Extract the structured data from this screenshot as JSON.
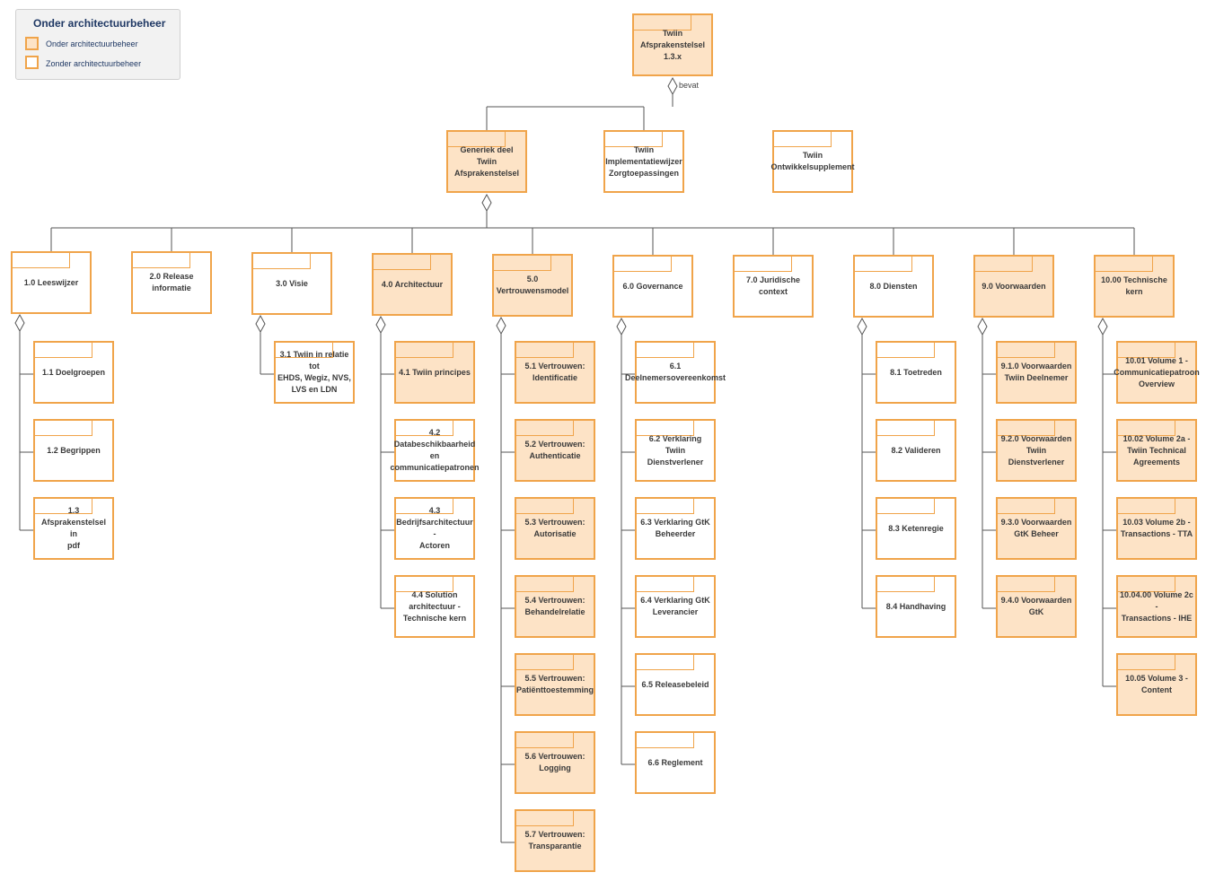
{
  "legend": {
    "title": "Onder architectuurbeheer",
    "items": [
      {
        "label": "Onder architectuurbeheer",
        "fill": "#fde3c6"
      },
      {
        "label": "Zonder architectuurbeheer",
        "fill": "#ffffff"
      }
    ]
  },
  "colors": {
    "border": "#f0a44a",
    "managed_fill": "#fde3c6",
    "unmanaged_fill": "#ffffff",
    "line": "#555555",
    "legend_title": "#1f3864"
  },
  "relation_label": "bevat",
  "root": {
    "label": "Twiin Afsprakenstelsel\n1.3.x",
    "managed": true
  },
  "level1": [
    {
      "label": "Generiek deel Twiin\nAfsprakenstelsel",
      "managed": true
    },
    {
      "label": "Twiin\nImplementatiewijzer\nZorgtoepassingen",
      "managed": false
    },
    {
      "label": "Twiin\nOntwikkelsupplement",
      "managed": false
    }
  ],
  "sections": [
    {
      "label": "1.0 Leeswijzer",
      "managed": false,
      "children": [
        {
          "label": "1.1 Doelgroepen",
          "managed": false
        },
        {
          "label": "1.2 Begrippen",
          "managed": false
        },
        {
          "label": "1.3 Afsprakenstelsel in\npdf",
          "managed": false
        }
      ]
    },
    {
      "label": "2.0 Release informatie",
      "managed": false,
      "children": []
    },
    {
      "label": "3.0 Visie",
      "managed": false,
      "children": [
        {
          "label": "3.1 Twiin in relatie tot\nEHDS, Wegiz, NVS,\nLVS en LDN",
          "managed": false
        }
      ]
    },
    {
      "label": "4.0 Architectuur",
      "managed": true,
      "children": [
        {
          "label": "4.1 Twiin principes",
          "managed": true
        },
        {
          "label": "4.2\nDatabeschikbaarheid en\ncommunicatiepatronen",
          "managed": false
        },
        {
          "label": "4.3\nBedrijfsarchitectuur -\nActoren",
          "managed": false
        },
        {
          "label": "4.4 Solution\narchitectuur -\nTechnische kern",
          "managed": false
        }
      ]
    },
    {
      "label": "5.0 Vertrouwensmodel",
      "managed": true,
      "children": [
        {
          "label": "5.1 Vertrouwen:\nIdentificatie",
          "managed": true
        },
        {
          "label": "5.2 Vertrouwen:\nAuthenticatie",
          "managed": true
        },
        {
          "label": "5.3 Vertrouwen:\nAutorisatie",
          "managed": true
        },
        {
          "label": "5.4 Vertrouwen:\nBehandelrelatie",
          "managed": true
        },
        {
          "label": "5.5 Vertrouwen:\nPatiënttoestemming",
          "managed": true
        },
        {
          "label": "5.6 Vertrouwen:\nLogging",
          "managed": true
        },
        {
          "label": "5.7 Vertrouwen:\nTransparantie",
          "managed": true
        }
      ]
    },
    {
      "label": "6.0 Governance",
      "managed": false,
      "children": [
        {
          "label": "6.1\nDeelnemersovereenkomst",
          "managed": false
        },
        {
          "label": "6.2 Verklaring Twiin\nDienstverlener",
          "managed": false
        },
        {
          "label": "6.3 Verklaring GtK\nBeheerder",
          "managed": false
        },
        {
          "label": "6.4  Verklaring GtK\nLeverancier",
          "managed": false
        },
        {
          "label": "6.5 Releasebeleid",
          "managed": false
        },
        {
          "label": "6.6 Reglement",
          "managed": false
        }
      ]
    },
    {
      "label": "7.0 Juridische context",
      "managed": false,
      "children": []
    },
    {
      "label": "8.0 Diensten",
      "managed": false,
      "children": [
        {
          "label": "8.1 Toetreden",
          "managed": false
        },
        {
          "label": "8.2 Valideren",
          "managed": false
        },
        {
          "label": "8.3 Ketenregie",
          "managed": false
        },
        {
          "label": "8.4 Handhaving",
          "managed": false
        }
      ]
    },
    {
      "label": "9.0 Voorwaarden",
      "managed": true,
      "children": [
        {
          "label": "9.1.0 Voorwaarden\nTwiin Deelnemer",
          "managed": true
        },
        {
          "label": "9.2.0 Voorwaarden\nTwiin Dienstverlener",
          "managed": true
        },
        {
          "label": "9.3.0 Voorwaarden\nGtK Beheer",
          "managed": true
        },
        {
          "label": "9.4.0 Voorwaarden\nGtK",
          "managed": true
        }
      ]
    },
    {
      "label": "10.00 Technische kern",
      "managed": true,
      "children": [
        {
          "label": "10.01 Volume 1 -\nCommunicatiepatroon\nOverview",
          "managed": true
        },
        {
          "label": "10.02 Volume 2a -\nTwiin Technical\nAgreements",
          "managed": true
        },
        {
          "label": "10.03 Volume 2b -\nTransactions - TTA",
          "managed": true
        },
        {
          "label": "10.04.00 Volume 2c -\nTransactions - IHE",
          "managed": true
        },
        {
          "label": "10.05 Volume 3 -\nContent",
          "managed": true
        }
      ]
    }
  ]
}
